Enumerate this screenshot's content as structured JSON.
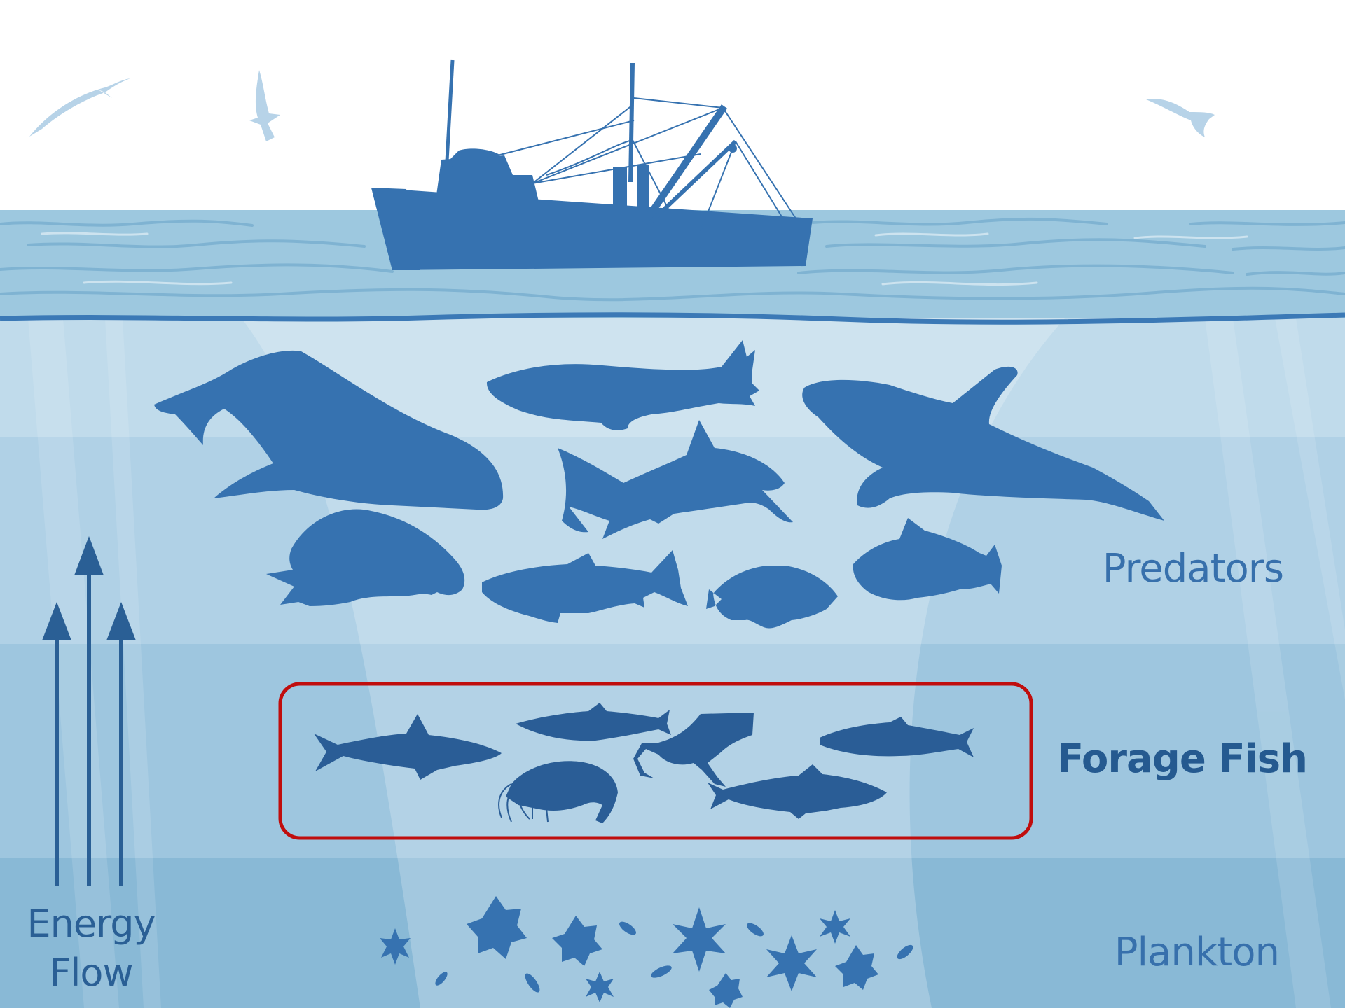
{
  "labels": {
    "predators": "Predators",
    "forage_fish": "Forage Fish",
    "plankton": "Plankton",
    "energy_line1": "Energy",
    "energy_line2": "Flow"
  },
  "colors": {
    "sky": "#ffffff",
    "silhouette": "#3672b0",
    "forage_silhouette": "#2a5d96",
    "bird": "#b7d3e8",
    "water_surface": "#9dc8df",
    "water_band_1": "#c0dbeb",
    "water_band_2": "#b0d1e6",
    "water_band_3": "#9ec6df",
    "water_band_4": "#89b9d6",
    "highlight_box": "#c00d0d",
    "predator_label": "#3770ac",
    "forage_label": "#255a90",
    "plankton_label": "#3770ac",
    "energy_label": "#2a5f95"
  }
}
